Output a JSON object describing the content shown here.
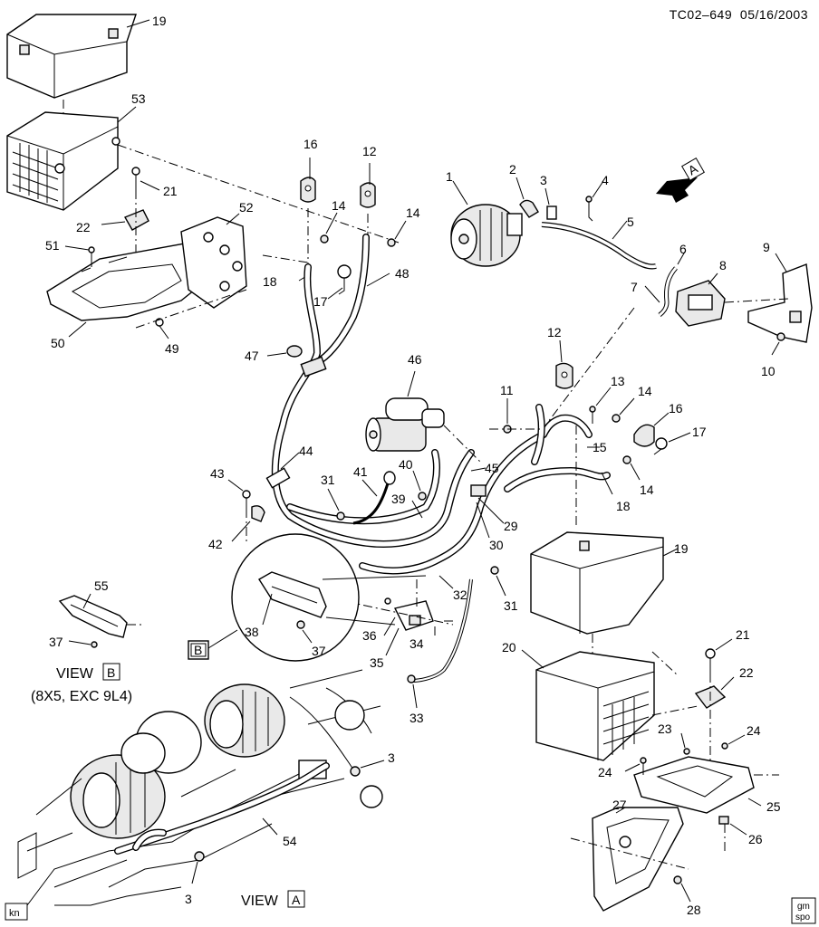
{
  "header": {
    "code": "TC02–649",
    "date": "05/16/2003"
  },
  "views": {
    "view_b_title": "VIEW",
    "view_b_letter": "B",
    "view_b_note": "(8X5, EXC 9L4)",
    "view_a_title": "VIEW",
    "view_a_letter": "A",
    "box_b": "B",
    "arrow_a": "A"
  },
  "labels": {
    "n1": "1",
    "n2": "2",
    "n3a": "3",
    "n3b": "3",
    "n3c": "3",
    "n4": "4",
    "n5": "5",
    "n6": "6",
    "n7": "7",
    "n8": "8",
    "n9": "9",
    "n10": "10",
    "n11": "11",
    "n12a": "12",
    "n12b": "12",
    "n13": "13",
    "n14a": "14",
    "n14b": "14",
    "n14c": "14",
    "n14d": "14",
    "n15": "15",
    "n16a": "16",
    "n16b": "16",
    "n17a": "17",
    "n17b": "17",
    "n18a": "18",
    "n18b": "18",
    "n19a": "19",
    "n19b": "19",
    "n20": "20",
    "n21a": "21",
    "n21b": "21",
    "n22a": "22",
    "n22b": "22",
    "n23": "23",
    "n24a": "24",
    "n24b": "24",
    "n25": "25",
    "n26": "26",
    "n27": "27",
    "n28": "28",
    "n29": "29",
    "n30": "30",
    "n31a": "31",
    "n31b": "31",
    "n32": "32",
    "n33": "33",
    "n34": "34",
    "n35": "35",
    "n36": "36",
    "n37a": "37",
    "n37b": "37",
    "n38": "38",
    "n39": "39",
    "n40": "40",
    "n41": "41",
    "n42": "42",
    "n43": "43",
    "n44": "44",
    "n45": "45",
    "n46": "46",
    "n47": "47",
    "n48": "48",
    "n49": "49",
    "n50": "50",
    "n51": "51",
    "n52": "52",
    "n53": "53",
    "n54": "54",
    "n55": "55"
  },
  "footer": {
    "left_tag": "kn",
    "right_tag_top": "gm",
    "right_tag_bottom": "spo"
  }
}
